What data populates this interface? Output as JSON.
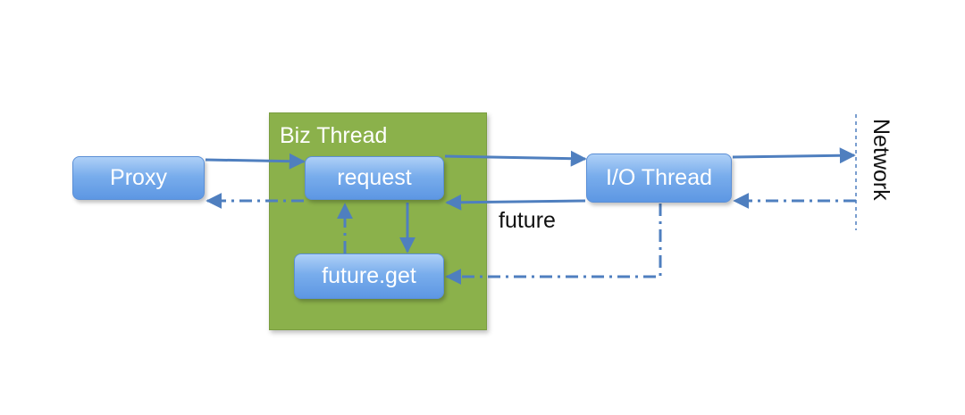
{
  "container": {
    "label": "Biz Thread"
  },
  "nodes": {
    "proxy": "Proxy",
    "request": "request",
    "future_get": "future.get",
    "io_thread": "I/O Thread"
  },
  "labels": {
    "future": "future",
    "network": "Network"
  },
  "colors": {
    "box_fill": "#79adec",
    "box_border": "#5b8fd6",
    "container_fill": "#8bb14b",
    "arrow": "#4f7fbf"
  }
}
